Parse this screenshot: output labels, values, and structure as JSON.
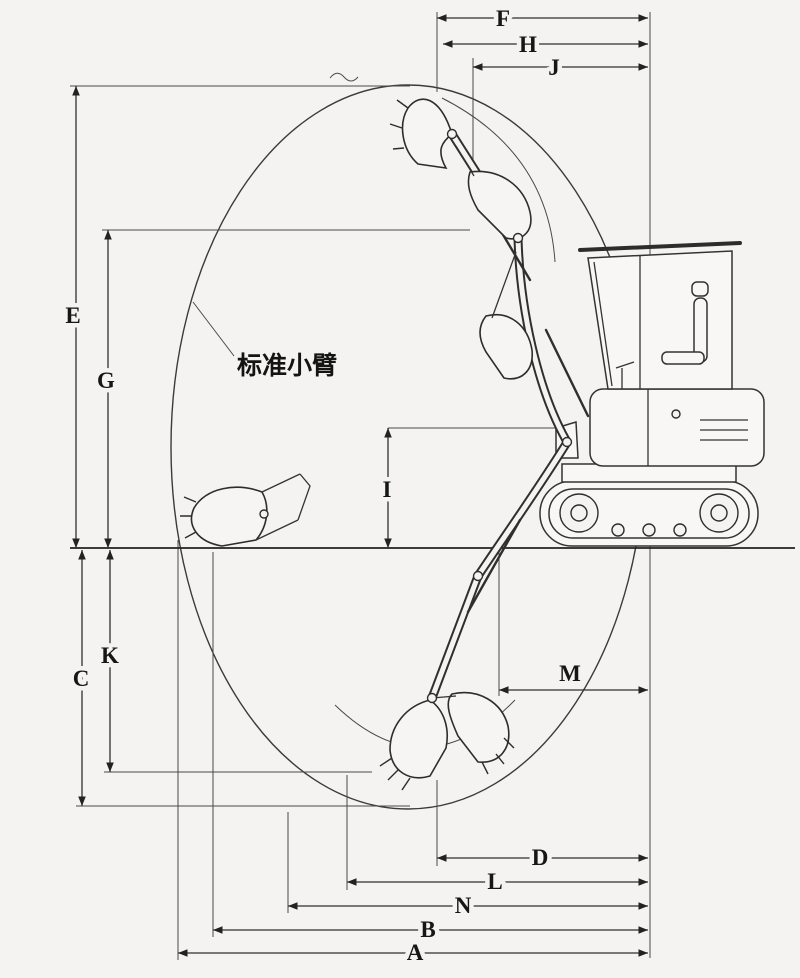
{
  "diagram": {
    "annotation": {
      "label": "标准小臂"
    },
    "labels": {
      "A": "A",
      "B": "B",
      "C": "C",
      "D": "D",
      "E": "E",
      "F": "F",
      "G": "G",
      "H": "H",
      "I": "I",
      "J": "J",
      "K": "K",
      "L": "L",
      "M": "M",
      "N": "N"
    },
    "colors": {
      "background": "#f4f3f1",
      "line": "#2f2f2f",
      "machine_line": "#333333"
    }
  }
}
